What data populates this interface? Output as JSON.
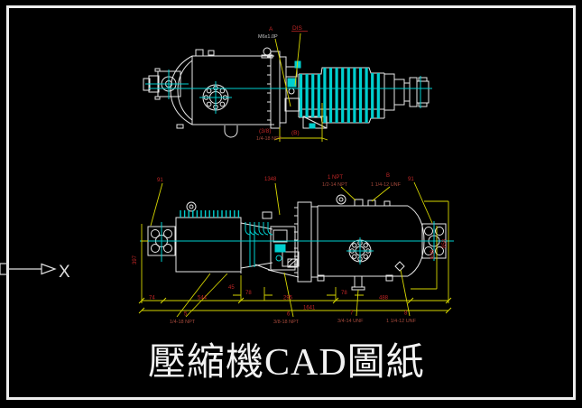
{
  "colors": {
    "background": "#000000",
    "frame": "#ededed",
    "line_white": "#e8e8e8",
    "line_cyan": "#00cfcf",
    "dim_line_yellow": "#d6d600",
    "dim_text_red": "#c22626",
    "port_text_red": "#a74a3c"
  },
  "ucs": {
    "axis_label": "X"
  },
  "title": {
    "text": "壓縮機CAD圖紙"
  },
  "top_view": {
    "labels": {
      "view_tag": "A",
      "thread_note": "M6x1.0P",
      "discharge_tag": "DIS",
      "port_tag": "(3/8)",
      "port_note": "1/4-18 NPT",
      "oil_tag": "(B)"
    }
  },
  "bottom_view": {
    "top_labels": {
      "dim_left": "91",
      "dim_mid": "1348",
      "port1_tag": "1 NPT",
      "port1": "1/2-14 NPT",
      "port2_tag": "B",
      "port2": "1 1/4-12 UNF",
      "dim_right": "91"
    },
    "side_dims": {
      "left_height": "397",
      "right_inner": "608",
      "right_outer": "858"
    },
    "bottom_dims": {
      "chain": [
        "74",
        "544",
        "295",
        "488"
      ],
      "small_left": "78",
      "small_right": "78",
      "mid_note": "45",
      "overall": "1641"
    },
    "bottom_ports": [
      {
        "tag": "5",
        "label": "1/4-18 NPT"
      },
      {
        "tag": "6",
        "label": "3/8-18 NPT"
      },
      {
        "tag": "7",
        "label": "3/4-14 UNF"
      },
      {
        "tag": "8",
        "label": "1 1/4-12 UNF"
      }
    ]
  }
}
